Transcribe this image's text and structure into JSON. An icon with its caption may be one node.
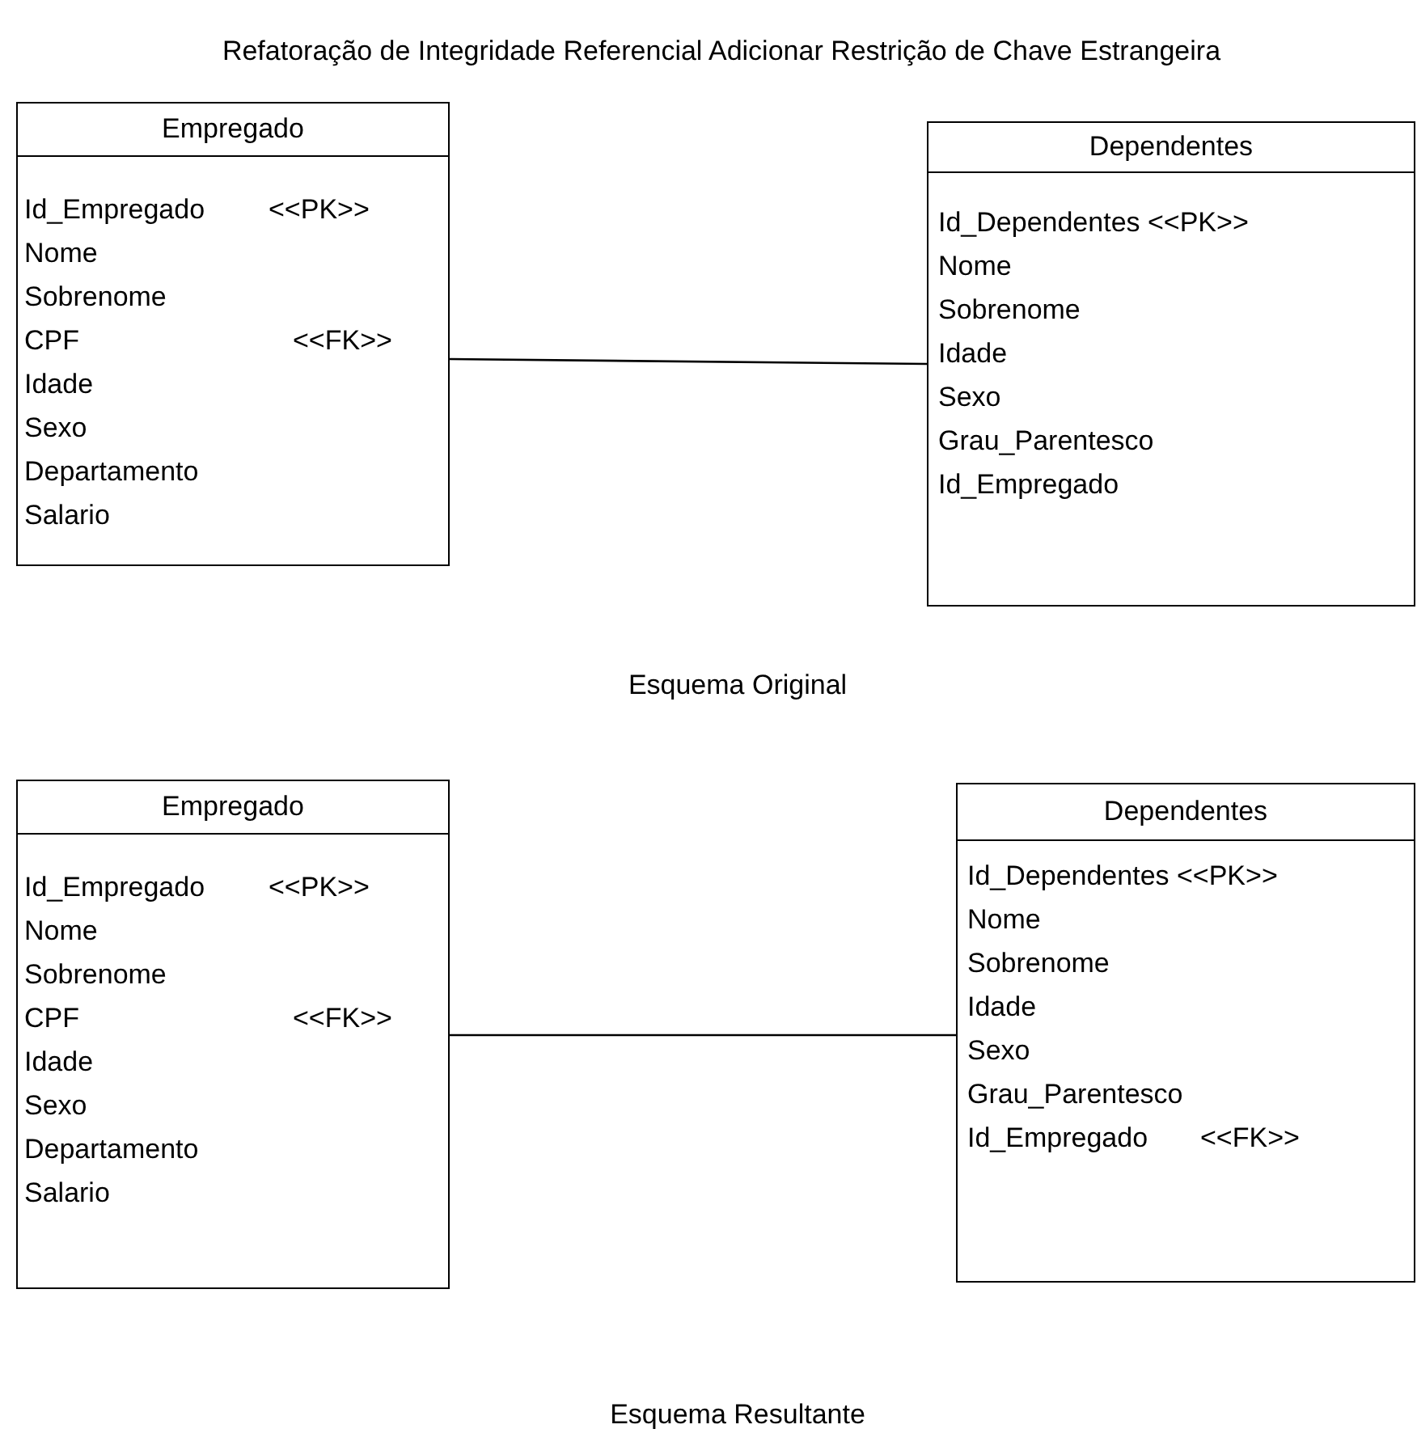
{
  "diagram": {
    "title": "Refatoração de Integridade Referencial  Adicionar Restrição de Chave Estrangeira",
    "nodes": [
      {
        "text": [
          "Empregado",
          "Id_Empregado",
          "<<PK>>",
          "Nome",
          "Sobrenome",
          "CPF",
          "<<FK>>",
          "Idade",
          "Sexo",
          "Departamento",
          "Salario"
        ]
      },
      {
        "text": [
          "Dependentes",
          "Id_Dependentes <<PK>>",
          "Nome",
          "Sobrenome",
          "Idade",
          "Sexo",
          "Grau_Parentesco",
          "Id_Empregado"
        ]
      },
      {
        "text": [
          "Empregado",
          "Id_Empregado",
          "<<PK>>",
          "Nome",
          "Sobrenome",
          "CPF",
          "<<FK>>",
          "Idade",
          "Sexo",
          "Departamento",
          "Salario"
        ]
      },
      {
        "text": [
          "Dependentes",
          "Id_Dependentes <<PK>>",
          "Nome",
          "Sobrenome",
          "Idade",
          "Sexo",
          "Grau_Parentesco",
          "Id_Empregado",
          "<<FK>>"
        ]
      }
    ],
    "edges": [
      {
        "from": 0,
        "to": 1,
        "arrow": "none"
      },
      {
        "from": 2,
        "to": 3,
        "arrow": "none"
      }
    ],
    "labels": [
      "Esquema Original",
      "Esquema Resultante"
    ]
  }
}
